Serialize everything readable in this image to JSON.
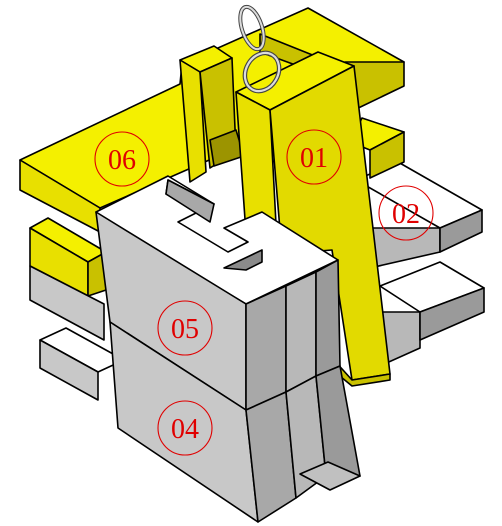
{
  "parts": [
    {
      "id": "01",
      "label": "01",
      "color": "yellow"
    },
    {
      "id": "02",
      "label": "02",
      "color": "grey"
    },
    {
      "id": "04",
      "label": "04",
      "color": "grey"
    },
    {
      "id": "05",
      "label": "05",
      "color": "grey"
    },
    {
      "id": "06",
      "label": "06",
      "color": "yellow"
    }
  ],
  "colors": {
    "yellow_top": "#f4f000",
    "yellow_front": "#e8e000",
    "yellow_side": "#c9c100",
    "yellow_dark": "#9c9400",
    "grey_top": "#ffffff",
    "grey_front": "#c8c8c8",
    "grey_side": "#a8a8a8",
    "grey_dark": "#8a8a8a",
    "label_red": "#e00000"
  },
  "icons": {
    "hanger": "key-ring-icon"
  }
}
